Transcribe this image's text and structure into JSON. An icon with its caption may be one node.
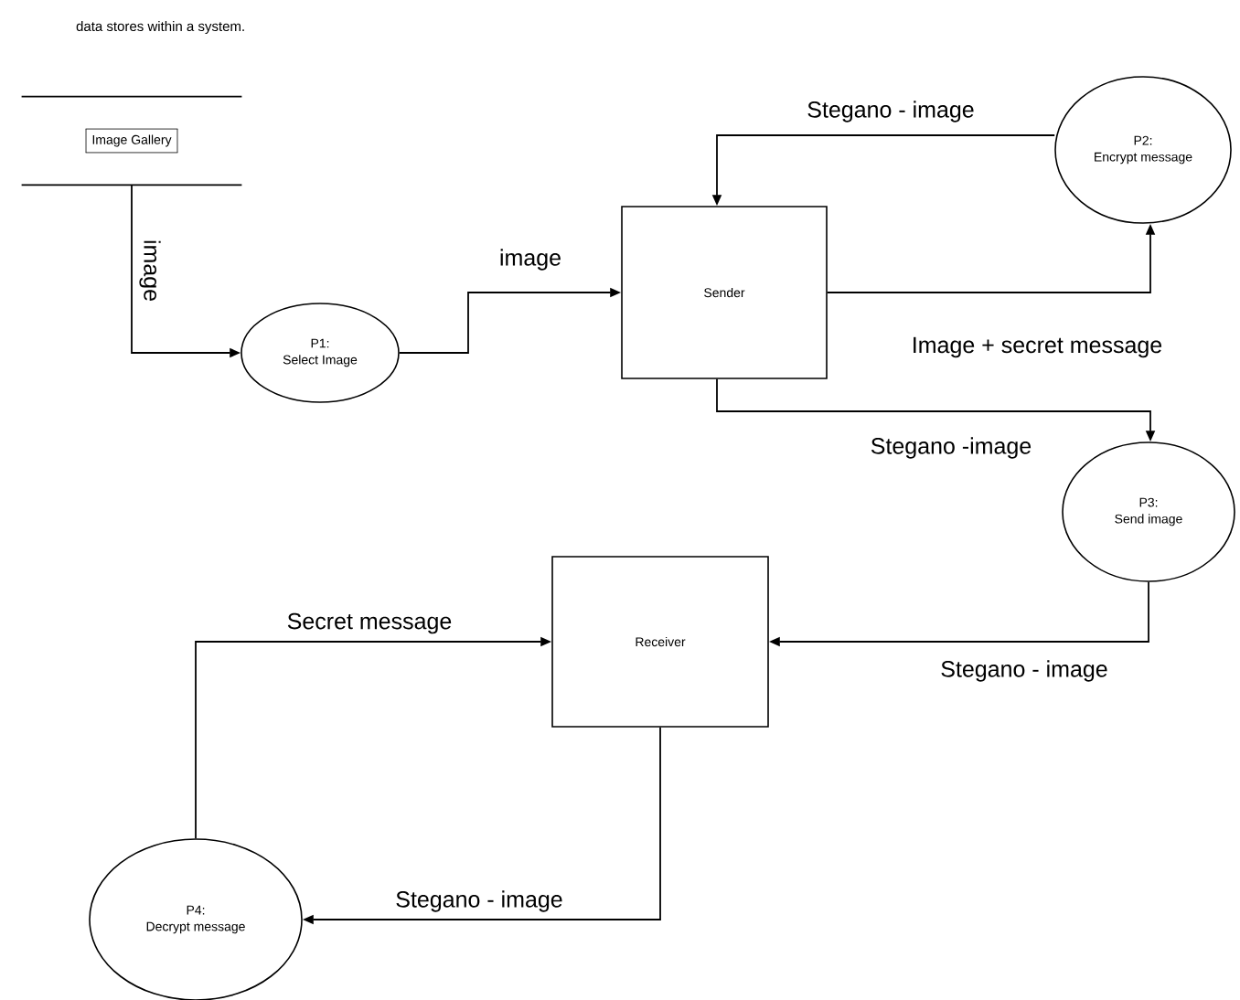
{
  "diagram": {
    "nodes": [
      {
        "text": [
          "Image Gallery"
        ]
      },
      {
        "text": [
          "P1:",
          "Select Image"
        ]
      },
      {
        "text": [
          "Sender"
        ]
      },
      {
        "text": [
          "P2:",
          "Encrypt message"
        ]
      },
      {
        "text": [
          "P3:",
          "Send image"
        ]
      },
      {
        "text": [
          "Receiver"
        ]
      },
      {
        "text": [
          "P4:",
          "Decrypt message"
        ]
      }
    ],
    "edges": [
      {
        "from": 0,
        "to": 1,
        "arrow": "to",
        "label": "image"
      },
      {
        "from": 1,
        "to": 2,
        "arrow": "to",
        "label": "image"
      },
      {
        "from": 3,
        "to": 2,
        "arrow": "to",
        "label": "Stegano - image"
      },
      {
        "from": 2,
        "to": 3,
        "arrow": "to",
        "label": "Image + secret message"
      },
      {
        "from": 2,
        "to": 4,
        "arrow": "to",
        "label": "Stegano -image"
      },
      {
        "from": 4,
        "to": 5,
        "arrow": "to",
        "label": "Stegano - image"
      },
      {
        "from": 5,
        "to": 6,
        "arrow": "to",
        "label": "Stegano - image"
      },
      {
        "from": 6,
        "to": 5,
        "arrow": "to",
        "label": "Secret message"
      }
    ],
    "labels": [
      "data stores within a system."
    ]
  }
}
